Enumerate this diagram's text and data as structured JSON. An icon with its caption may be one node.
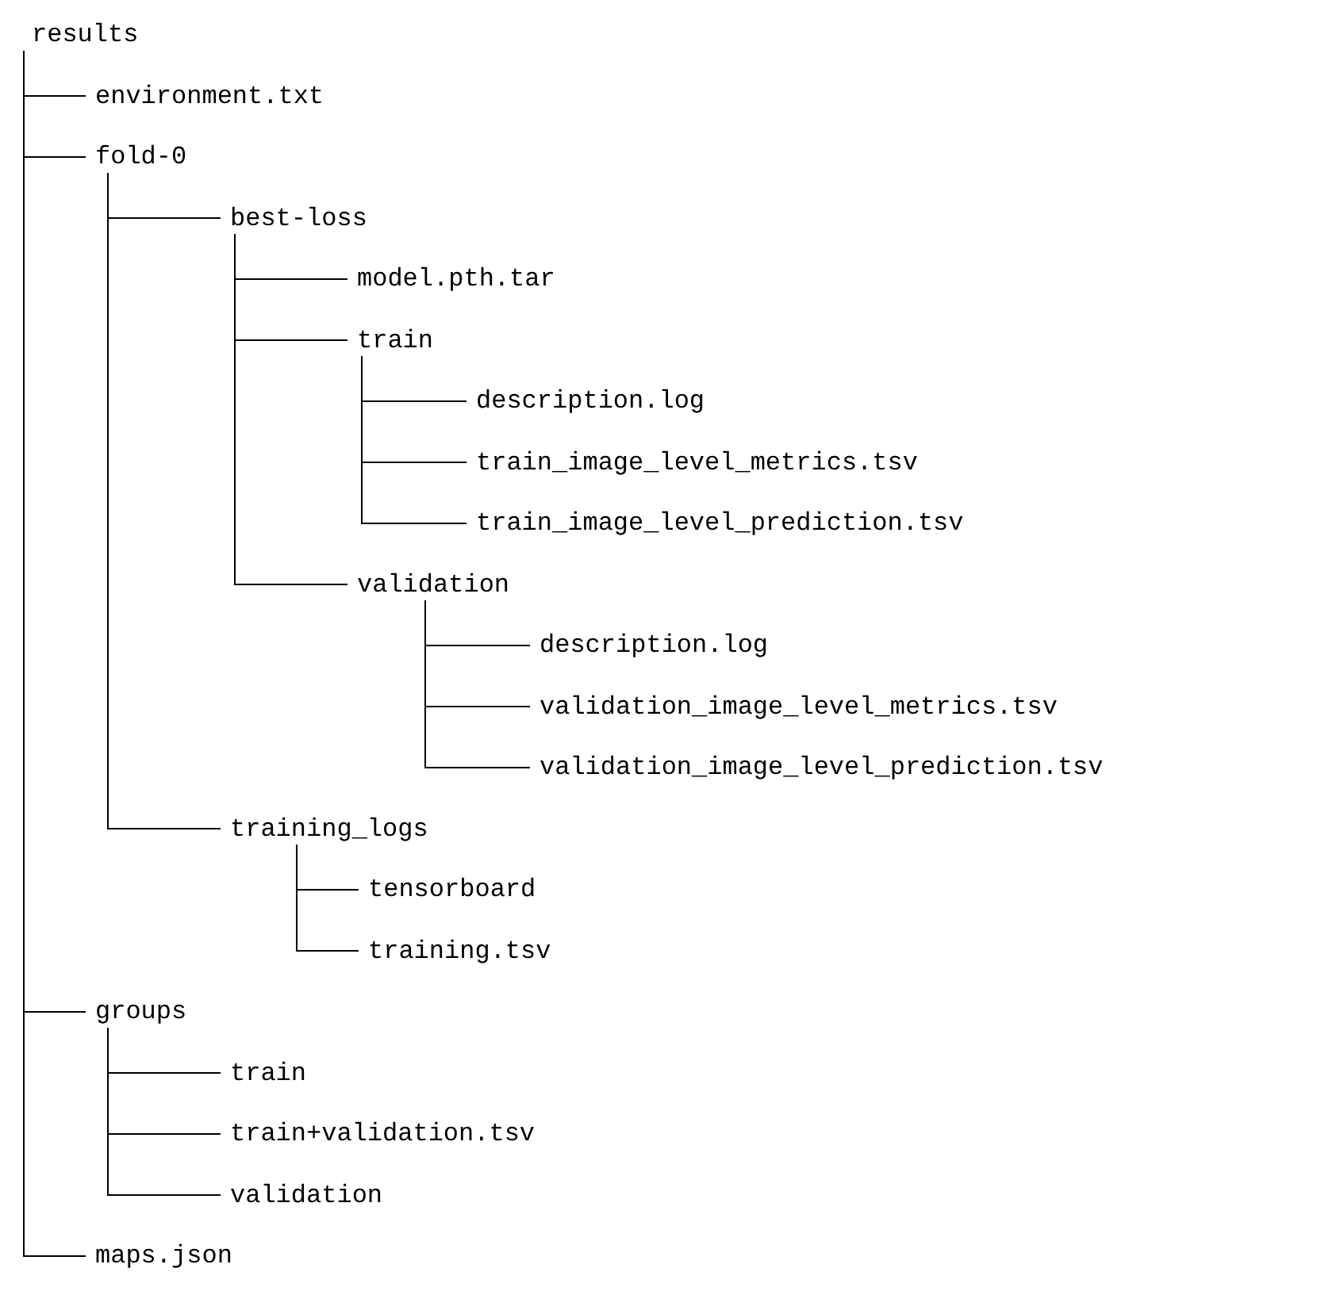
{
  "diagram": {
    "nodes": [
      {
        "text": [
          "results"
        ]
      },
      {
        "text": [
          "environment.txt"
        ]
      },
      {
        "text": [
          "fold-0"
        ]
      },
      {
        "text": [
          "best-loss"
        ]
      },
      {
        "text": [
          "model.pth.tar"
        ]
      },
      {
        "text": [
          "train"
        ]
      },
      {
        "text": [
          "description.log"
        ]
      },
      {
        "text": [
          "train_image_level_metrics.tsv"
        ]
      },
      {
        "text": [
          "train_image_level_prediction.tsv"
        ]
      },
      {
        "text": [
          "validation"
        ]
      },
      {
        "text": [
          "description.log"
        ]
      },
      {
        "text": [
          "validation_image_level_metrics.tsv"
        ]
      },
      {
        "text": [
          "validation_image_level_prediction.tsv"
        ]
      },
      {
        "text": [
          "training_logs"
        ]
      },
      {
        "text": [
          "tensorboard"
        ]
      },
      {
        "text": [
          "training.tsv"
        ]
      },
      {
        "text": [
          "groups"
        ]
      },
      {
        "text": [
          "train"
        ]
      },
      {
        "text": [
          "train+validation.tsv"
        ]
      },
      {
        "text": [
          "validation"
        ]
      },
      {
        "text": [
          "maps.json"
        ]
      }
    ],
    "edges": [
      {
        "from": 0,
        "to": 1,
        "arrow": "none"
      },
      {
        "from": 0,
        "to": 2,
        "arrow": "none"
      },
      {
        "from": 2,
        "to": 3,
        "arrow": "none"
      },
      {
        "from": 3,
        "to": 4,
        "arrow": "none"
      },
      {
        "from": 3,
        "to": 5,
        "arrow": "none"
      },
      {
        "from": 5,
        "to": 6,
        "arrow": "none"
      },
      {
        "from": 5,
        "to": 7,
        "arrow": "none"
      },
      {
        "from": 5,
        "to": 8,
        "arrow": "none"
      },
      {
        "from": 3,
        "to": 9,
        "arrow": "none"
      },
      {
        "from": 9,
        "to": 10,
        "arrow": "none"
      },
      {
        "from": 9,
        "to": 11,
        "arrow": "none"
      },
      {
        "from": 9,
        "to": 12,
        "arrow": "none"
      },
      {
        "from": 2,
        "to": 13,
        "arrow": "none"
      },
      {
        "from": 13,
        "to": 14,
        "arrow": "none"
      },
      {
        "from": 13,
        "to": 15,
        "arrow": "none"
      },
      {
        "from": 0,
        "to": 16,
        "arrow": "none"
      },
      {
        "from": 16,
        "to": 17,
        "arrow": "none"
      },
      {
        "from": 16,
        "to": 18,
        "arrow": "none"
      },
      {
        "from": 16,
        "to": 19,
        "arrow": "none"
      },
      {
        "from": 0,
        "to": 20,
        "arrow": "none"
      }
    ]
  }
}
